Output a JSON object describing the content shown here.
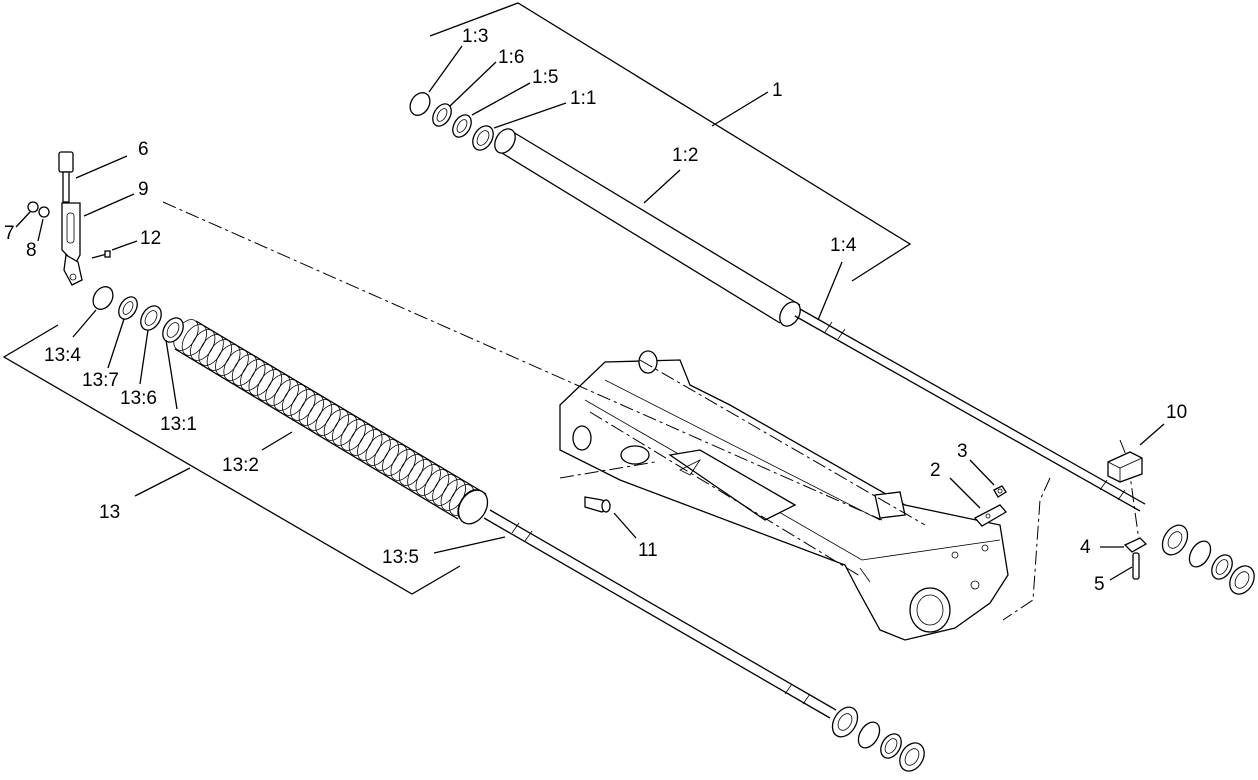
{
  "labels": {
    "l1": "1",
    "l1_1": "1:1",
    "l1_2": "1:2",
    "l1_3": "1:3",
    "l1_4": "1:4",
    "l1_5": "1:5",
    "l1_6": "1:6",
    "l2": "2",
    "l3": "3",
    "l4": "4",
    "l5": "5",
    "l6": "6",
    "l7": "7",
    "l8": "8",
    "l9": "9",
    "l10": "10",
    "l11": "11",
    "l12": "12",
    "l13": "13",
    "l13_1": "13:1",
    "l13_2": "13:2",
    "l13_4": "13:4",
    "l13_5": "13:5",
    "l13_6": "13:6",
    "l13_7": "13:7"
  }
}
